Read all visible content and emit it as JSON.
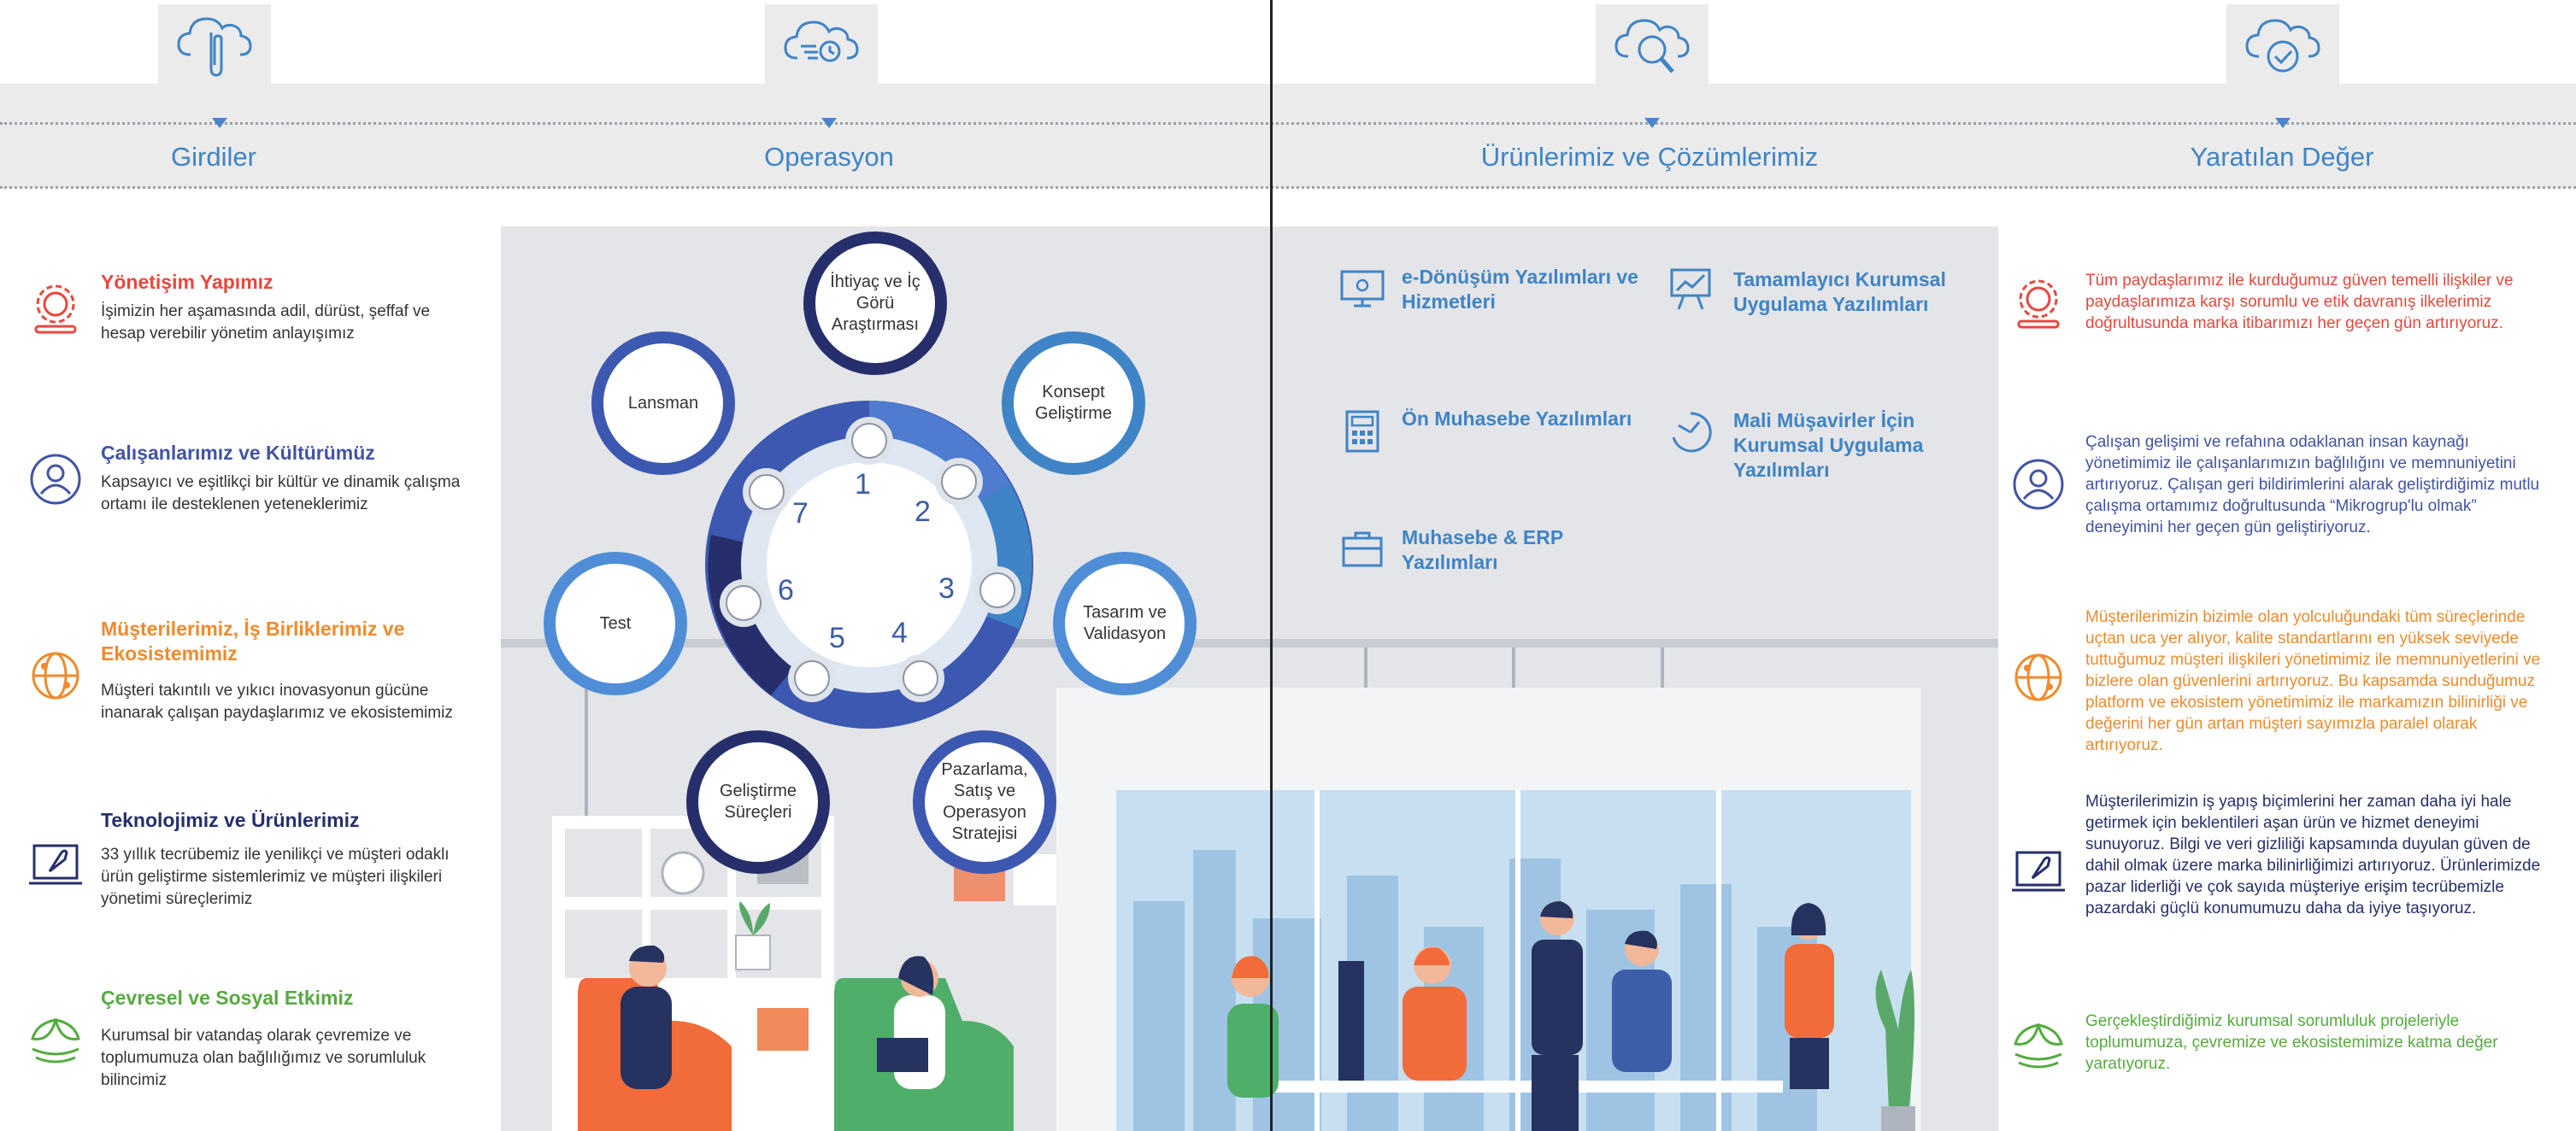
{
  "columns": {
    "inputs": "Girdiler",
    "operation": "Operasyon",
    "products": "Ürünlerimiz ve Çözümlerimiz",
    "value": "Yaratılan Değer"
  },
  "header_icons": [
    "cloud-paperclip-icon",
    "cloud-process-icon",
    "cloud-search-icon",
    "cloud-check-icon"
  ],
  "inputs": [
    {
      "title": "Yönetişim Yapımız",
      "desc": "İşimizin her aşamasında adil, dürüst, şeffaf ve hesap verebilir yönetim anlayışımız",
      "color": "#e8473c",
      "icon": "gear-icon"
    },
    {
      "title": "Çalışanlarımız ve Kültürümüz",
      "desc": "Kapsayıcı ve eşitlikçi bir kültür ve dinamik çalışma ortamı ile desteklenen yeteneklerimiz",
      "color": "#4253a6",
      "icon": "person-icon"
    },
    {
      "title": "Müşterilerimiz, İş Birliklerimiz ve Ekosistemimiz",
      "desc": "Müşteri takıntılı ve yıkıcı inovasyonun gücüne inanarak çalışan paydaşlarımız ve ekosistemimiz",
      "color": "#f08a2c",
      "icon": "globe-network-icon"
    },
    {
      "title": "Teknolojimiz ve Ürünlerimiz",
      "desc": "33 yıllık tecrübemiz ile yenilikçi ve müşteri odaklı ürün geliştirme sistemlerimiz ve müşteri ilişkileri yönetimi süreçlerimiz",
      "color": "#262f6b",
      "icon": "rocket-laptop-icon"
    },
    {
      "title": "Çevresel ve Sosyal Etkimiz",
      "desc": "Kurumsal bir vatandaş olarak çevremize ve toplumumuza olan bağlılığımız ve sorumluluk bilincimiz",
      "color": "#55ab3f",
      "icon": "leaf-hand-icon"
    }
  ],
  "cycle": {
    "center_numbers": [
      "1",
      "2",
      "3",
      "4",
      "5",
      "6",
      "7"
    ],
    "steps": [
      {
        "label": "İhtiyaç ve İç Görü Araştırması"
      },
      {
        "label": "Konsept Geliştirme"
      },
      {
        "label": "Tasarım ve Validasyon"
      },
      {
        "label": "Pazarlama, Satış ve Operasyon Stratejisi"
      },
      {
        "label": "Geliştirme Süreçleri"
      },
      {
        "label": "Test"
      },
      {
        "label": "Lansman"
      }
    ]
  },
  "products": [
    {
      "label": "e-Dönüşüm Yazılımları ve Hizmetleri",
      "icon": "monitor-at-icon"
    },
    {
      "label": "Tamamlayıcı Kurumsal Uygulama Yazılımları",
      "icon": "chart-board-icon"
    },
    {
      "label": "Ön Muhasebe Yazılımları",
      "icon": "calculator-icon"
    },
    {
      "label": "Mali Müşavirler İçin Kurumsal Uygulama Yazılımları",
      "icon": "cycle-icon"
    },
    {
      "label": "Muhasebe & ERP Yazılımları",
      "icon": "briefcase-icon"
    }
  ],
  "values": [
    {
      "text": "Tüm paydaşlarımız ile kurduğumuz güven temelli ilişkiler ve paydaşlarımıza karşı sorumlu ve etik davranış ilkelerimiz doğrultusunda marka itibarımızı her geçen gün artırıyoruz.",
      "color": "#e8473c",
      "icon": "gear-icon"
    },
    {
      "text": "Çalışan gelişimi ve refahına odaklanan insan kaynağı yönetimimiz ile çalışanlarımızın bağlılığını ve memnuniyetini artırıyoruz. Çalışan geri bildirimlerini alarak geliştirdiğimiz mutlu çalışma ortamımız doğrultusunda “Mikrogrup'lu olmak” deneyimini her geçen gün geliştiriyoruz.",
      "color": "#4253a6",
      "icon": "person-icon"
    },
    {
      "text": "Müşterilerimizin bizimle olan yolculuğundaki tüm süreçlerinde uçtan uca yer alıyor, kalite standartlarını en yüksek seviyede tuttuğumuz müşteri ilişkileri yönetimimiz ile memnuniyetlerini ve bizlere olan güvenlerini artırıyoruz. Bu kapsamda sunduğumuz platform ve ekosistem yönetimimiz ile markamızın bilinirliği ve değerini her gün artan müşteri sayımızla paralel olarak artırıyoruz.",
      "color": "#f08a2c",
      "icon": "globe-network-icon"
    },
    {
      "text": "Müşterilerimizin iş yapış biçimlerini her zaman daha iyi hale getirmek için beklentileri aşan ürün ve hizmet deneyimi sunuyoruz. Bilgi ve veri gizliliği kapsamında duyulan güven de dahil olmak üzere marka bilinirliğimizi artırıyoruz. Ürünlerimizde pazar liderliği ve çok sayıda müşteriye erişim tecrübemizle pazardaki güçlü konumumuzu daha da iyiye taşıyoruz.",
      "color": "#262f6b",
      "icon": "rocket-laptop-icon"
    },
    {
      "text": "Gerçekleştirdiğimiz kurumsal sorumluluk projeleriyle toplumumuza, çevremize ve ekosistemimize katma değer yaratıyoruz.",
      "color": "#55ab3f",
      "icon": "leaf-hand-icon"
    }
  ]
}
